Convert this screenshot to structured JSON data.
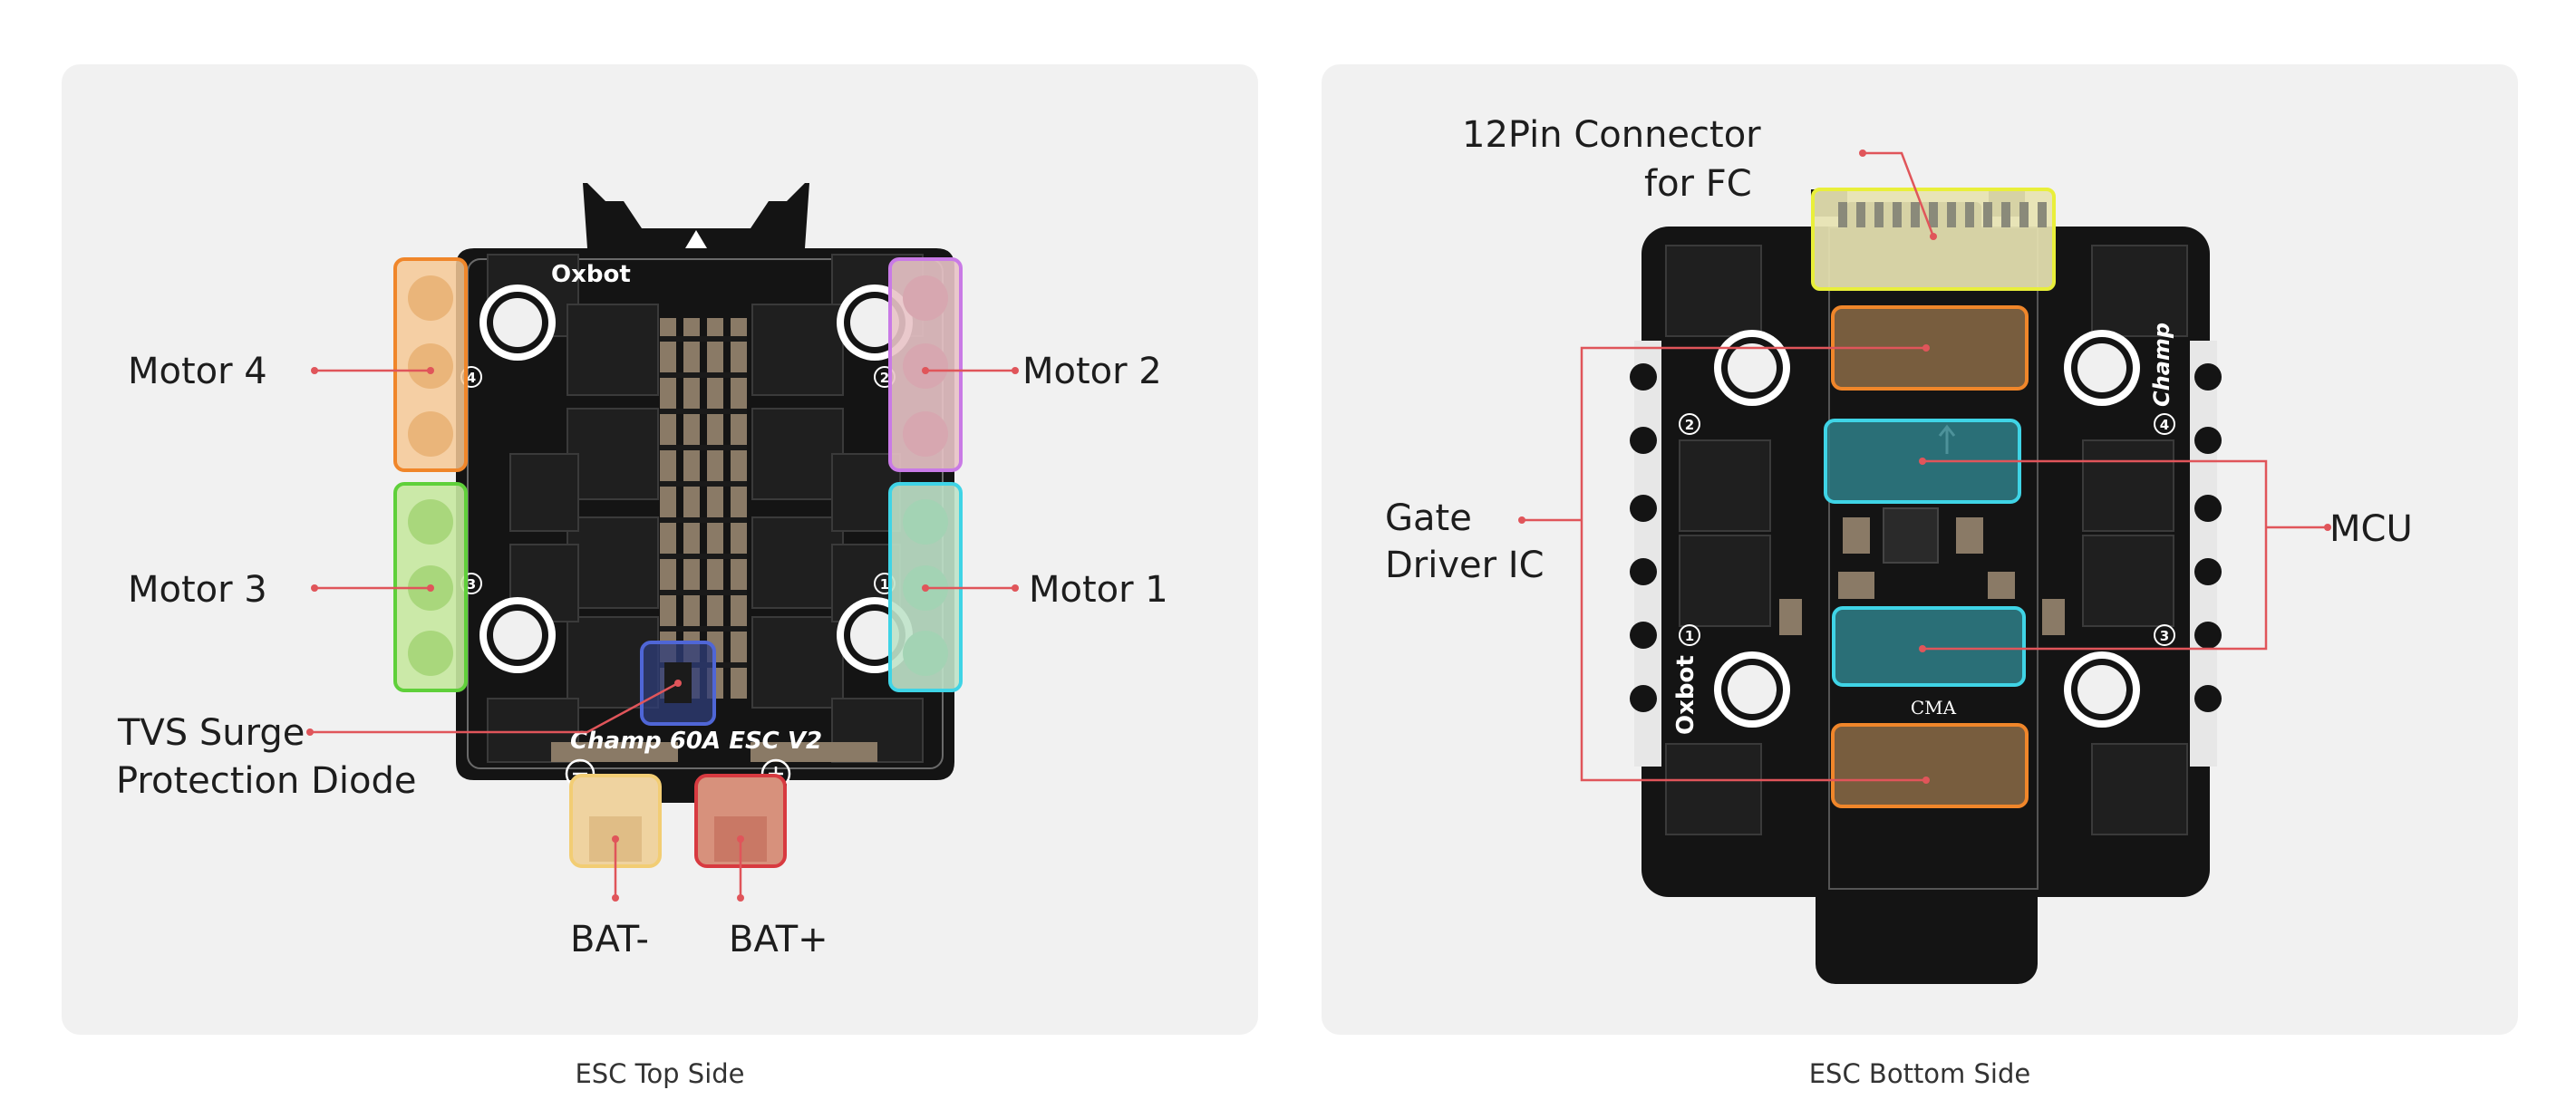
{
  "panels": {
    "top": {
      "caption": "ESC Top Side",
      "board_brand": "Oxbot",
      "board_model": "Champ 60A ESC V2",
      "labels": {
        "motor4": "Motor 4",
        "motor3": "Motor 3",
        "motor2": "Motor 2",
        "motor1": "Motor 1",
        "tvs_line1": "TVS Surge",
        "tvs_line2": "Protection Diode",
        "bat_neg": "BAT-",
        "bat_pos": "BAT+"
      },
      "pad_numbers": [
        "4",
        "3",
        "2",
        "1"
      ]
    },
    "bottom": {
      "caption": "ESC Bottom Side",
      "board_brand": "Oxbot",
      "board_model": "Champ",
      "chip_text": "CMA",
      "labels": {
        "connector_line1": "12Pin Connector",
        "connector_line2": "for FC",
        "gate_line1": "Gate",
        "gate_line2": "Driver IC",
        "mcu": "MCU"
      },
      "pad_numbers": [
        "2",
        "4",
        "1",
        "3"
      ]
    }
  },
  "colors": {
    "panel_bg": "#f1f1f1",
    "pcb": "#141414",
    "leader": "#e0555a",
    "motor4": "#f0862a",
    "motor3": "#5fd03a",
    "motor2": "#c97ae6",
    "motor1": "#3fd4e6",
    "tvs": "#4f66d6",
    "bat_neg": "#f2cd74",
    "bat_pos": "#d83a40",
    "connector": "#e9ef3a",
    "gate_driver": "#f0862a",
    "mcu": "#3fd4e6"
  }
}
